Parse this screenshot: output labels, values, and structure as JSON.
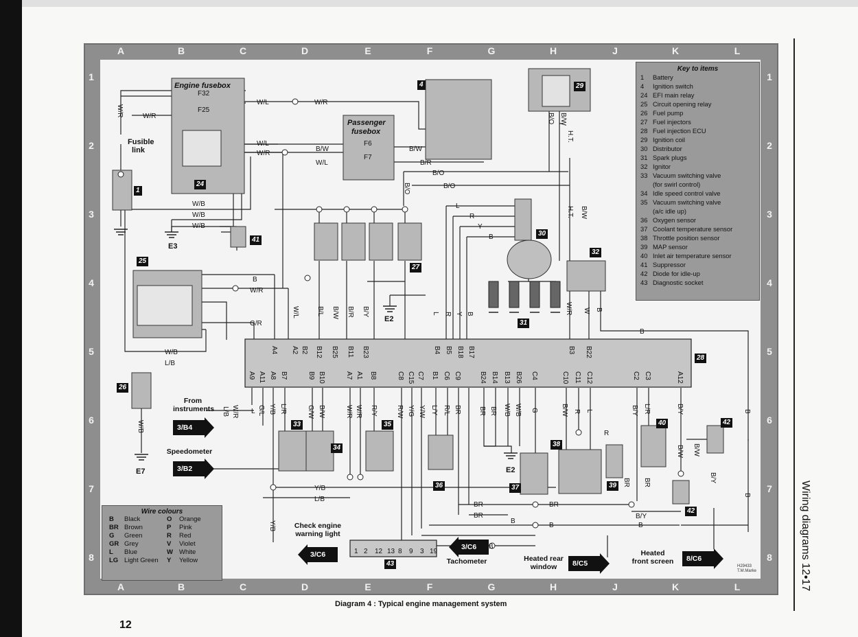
{
  "page": {
    "caption": "Diagram 4 : Typical engine management system",
    "side_title": "Wiring diagrams  12•17",
    "page_number": "12",
    "columns": [
      "A",
      "B",
      "C",
      "D",
      "E",
      "F",
      "G",
      "H",
      "J",
      "K",
      "L"
    ],
    "rows": [
      "1",
      "2",
      "3",
      "4",
      "5",
      "6",
      "7",
      "8"
    ],
    "credit": "H29433 T.M.Marke"
  },
  "key": {
    "title": "Key to items",
    "items": [
      {
        "n": "1",
        "t": "Battery"
      },
      {
        "n": "4",
        "t": "Ignition switch"
      },
      {
        "n": "24",
        "t": "EFI main relay"
      },
      {
        "n": "25",
        "t": "Circuit opening relay"
      },
      {
        "n": "26",
        "t": "Fuel pump"
      },
      {
        "n": "27",
        "t": "Fuel injectors"
      },
      {
        "n": "28",
        "t": "Fuel injection ECU"
      },
      {
        "n": "29",
        "t": "Ignition coil"
      },
      {
        "n": "30",
        "t": "Distributor"
      },
      {
        "n": "31",
        "t": "Spark plugs"
      },
      {
        "n": "32",
        "t": "Ignitor"
      },
      {
        "n": "33",
        "t": "Vacuum switching valve"
      },
      {
        "n": "",
        "t": "(for swirl control)"
      },
      {
        "n": "34",
        "t": "Idle speed control valve"
      },
      {
        "n": "35",
        "t": "Vacuum switching valve"
      },
      {
        "n": "",
        "t": "(a/c idle up)"
      },
      {
        "n": "36",
        "t": "Oxygen sensor"
      },
      {
        "n": "37",
        "t": "Coolant temperature sensor"
      },
      {
        "n": "38",
        "t": "Throttle position sensor"
      },
      {
        "n": "39",
        "t": "MAP sensor"
      },
      {
        "n": "40",
        "t": "Inlet air temperature sensor"
      },
      {
        "n": "41",
        "t": "Suppressor"
      },
      {
        "n": "42",
        "t": "Diode for idle-up"
      },
      {
        "n": "43",
        "t": "Diagnostic socket"
      }
    ]
  },
  "wire_colours": {
    "title": "Wire colours",
    "items": [
      {
        "c": "B",
        "t": "Black",
        "c2": "O",
        "t2": "Orange"
      },
      {
        "c": "BR",
        "t": "Brown",
        "c2": "P",
        "t2": "Pink"
      },
      {
        "c": "G",
        "t": "Green",
        "c2": "R",
        "t2": "Red"
      },
      {
        "c": "GR",
        "t": "Grey",
        "c2": "V",
        "t2": "Violet"
      },
      {
        "c": "L",
        "t": "Blue",
        "c2": "W",
        "t2": "White"
      },
      {
        "c": "LG",
        "t": "Light Green",
        "c2": "Y",
        "t2": "Yellow"
      }
    ]
  },
  "labels": {
    "engine_fusebox": "Engine fusebox",
    "passenger_fusebox_1": "Passenger",
    "passenger_fusebox_2": "fusebox",
    "fusible_link_1": "Fusible",
    "fusible_link_2": "link",
    "from_instruments_1": "From",
    "from_instruments_2": "instruments",
    "speedometer": "Speedometer",
    "check_engine_1": "Check engine",
    "check_engine_2": "warning light",
    "tachometer": "Tachometer",
    "heated_rear_1": "Heated rear",
    "heated_rear_2": "window",
    "heated_front_1": "Heated",
    "heated_front_2": "front screen",
    "e2a": "E2",
    "e2b": "E2",
    "e3": "E3",
    "e7": "E7",
    "f32": "F32",
    "f25": "F25",
    "f6": "F6",
    "f7": "F7"
  },
  "refs": {
    "r1": "3/B4",
    "r2": "3/B2",
    "r3": "3/C6",
    "r4": "3/C6",
    "r5": "8/C5",
    "r6": "8/C6"
  },
  "tags": {
    "t1": "1",
    "t4": "4",
    "t24": "24",
    "t25": "25",
    "t26": "26",
    "t27": "27",
    "t28": "28",
    "t29": "29",
    "t30": "30",
    "t31": "31",
    "t32": "32",
    "t33": "33",
    "t34": "34",
    "t35": "35",
    "t36": "36",
    "t37": "37",
    "t38": "38",
    "t39": "39",
    "t40": "40",
    "t41": "41",
    "t42a": "42",
    "t42b": "42",
    "t43": "43"
  },
  "ecu_top_pins": [
    "A4",
    "A2",
    "B2",
    "B12",
    "B25",
    "B11",
    "B23",
    "B4",
    "B5",
    "B18",
    "B17",
    "B3",
    "B22"
  ],
  "ecu_bottom_pins": [
    "A9",
    "A11",
    "A8",
    "B7",
    "B9",
    "B10",
    "A7",
    "A1",
    "B8",
    "C8",
    "C15",
    "C7",
    "B1",
    "C6",
    "C9",
    "B24",
    "B14",
    "B13",
    "B26",
    "C4",
    "C10",
    "C11",
    "C12",
    "C2",
    "C3",
    "A12"
  ],
  "diag_pins": [
    "1",
    "2",
    "12",
    "13",
    "8",
    "9",
    "3",
    "19"
  ],
  "wires": {
    "wr_top": "W/R",
    "wl_top": "W/L",
    "wr_mid": "W/R",
    "wr_fuse": "W/R",
    "wl_2": "W/L",
    "wr_2": "W/R",
    "bw_f6": "B/W",
    "wl_f7": "W/L",
    "bw_out": "B/W",
    "br_out": "B/R",
    "bo_1": "B/O",
    "bo_2": "B/O",
    "bo_3": "B/O",
    "wb_1": "W/B",
    "wb_2": "W/B",
    "wb_3": "W/B",
    "wb_4": "W/B",
    "lb_1": "L/B",
    "wb_5": "W/B",
    "b_25": "B",
    "wr_25": "W/R",
    "gr_25": "G/R",
    "l_d": "L",
    "r_d": "R",
    "y_d": "Y",
    "b_d": "B",
    "ht_1": "H.T.",
    "ht_2": "H.T.",
    "bw_29": "B/W",
    "bo_29": "B/O",
    "bw_32": "B/W",
    "wl_v": "W/L",
    "bl_v": "B/L",
    "bw_v": "B/W",
    "br_v": "B/R",
    "by_v": "B/Y",
    "l_s": "L",
    "r_s": "R",
    "y_s": "Y",
    "b_s": "B",
    "wr_32": "W/R",
    "w_32": "W",
    "b_32": "B",
    "b_long": "B",
    "lb_a": "L/B",
    "wr_a": "W/R",
    "gl": "G/L",
    "yb": "Y/B",
    "lr": "L/R",
    "gw": "G/W",
    "bw_b": "B/W",
    "wr_c": "W/R",
    "wr_d": "W/R",
    "ry": "R/Y",
    "rw": "R/W",
    "yg": "Y/G",
    "yw": "Y/W",
    "ly": "L/Y",
    "rl": "R/L",
    "br_1": "BR",
    "br_2": "BR",
    "br_3": "BR",
    "br_4": "BR",
    "wb_6": "W/B",
    "wb_7": "W/B",
    "g_c4": "G",
    "bw_c10": "B/W",
    "r_c11": "R",
    "l_c12": "L",
    "by_c2": "B/Y",
    "lr_c3": "L/R",
    "by_a12": "B/Y",
    "b_right": "B",
    "bw_42": "B/W",
    "bw_42b": "B/W",
    "by_42": "B/Y",
    "r_38": "R",
    "br_39": "BR",
    "br_40": "BR",
    "br_row": "BR",
    "yb_row": "Y/B",
    "lb_row": "L/B",
    "br_row2": "BR",
    "by_row": "B/Y",
    "b_row": "B",
    "b_row2": "B",
    "b_row3": "B",
    "wb_26": "W/B",
    "lb_26": "L/B",
    "yb_v": "Y/B",
    "l_33": "L",
    "b_right2": "B"
  }
}
